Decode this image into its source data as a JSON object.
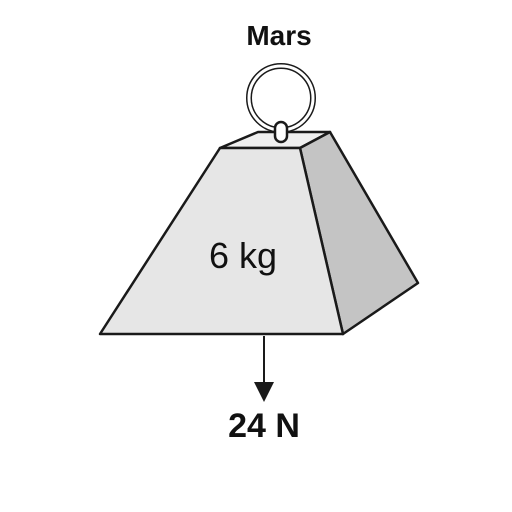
{
  "planet_label": "Mars",
  "mass_label": "6 kg",
  "force_label": "24 N",
  "colors": {
    "front_face": "#e6e6e6",
    "top_face": "#efefef",
    "side_face": "#c4c4c4",
    "outline": "#1a1a1a"
  }
}
